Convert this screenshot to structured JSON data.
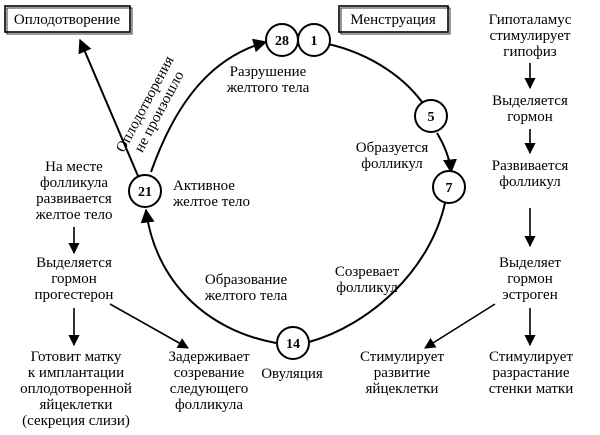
{
  "boxes": {
    "fertilization": "Оплодотворение",
    "menstruation": "Менструация"
  },
  "cycle": {
    "not_fertilized": [
      "Оплодотворения",
      "не произошло"
    ],
    "days": {
      "d28": "28",
      "d1": "1",
      "d5": "5",
      "d7": "7",
      "d14": "14",
      "d21": "21"
    },
    "destruction": [
      "Разрушение",
      "желтого тела"
    ],
    "follicle_forms": [
      "Образуется",
      "фолликул"
    ],
    "follicle_matures": [
      "Созревает",
      "фолликул"
    ],
    "ovulation": "Овуляция",
    "corpus_formation": [
      "Образование",
      "желтого тела"
    ],
    "active_corpus": [
      "Активное",
      "желтое тело"
    ]
  },
  "left_chain": {
    "corpus_develops": [
      "На месте",
      "фолликула",
      "развивается",
      "желтое тело"
    ],
    "progesterone": [
      "Выделяется",
      "гормон",
      "прогестерон"
    ],
    "prepares_uterus": [
      "Готовит матку",
      "к имплантации",
      "оплодотворенной",
      "яйцеклетки",
      "(секреция слизи)"
    ],
    "delays_maturation": [
      "Задерживает",
      "созревание",
      "следующего",
      "фолликула"
    ]
  },
  "right_chain": {
    "hypothalamus": [
      "Гипоталамус",
      "стимулирует",
      "гипофиз"
    ],
    "hormone_released": [
      "Выделяется",
      "гормон"
    ],
    "follicle_develops": [
      "Развивается",
      "фолликул"
    ],
    "estrogen": [
      "Выделяет",
      "гормон",
      "эстроген"
    ],
    "stimulates_egg": [
      "Стимулирует",
      "развитие",
      "яйцеклетки"
    ],
    "stimulates_uterus": [
      "Стимулирует",
      "разрастание",
      "стенки матки"
    ]
  }
}
